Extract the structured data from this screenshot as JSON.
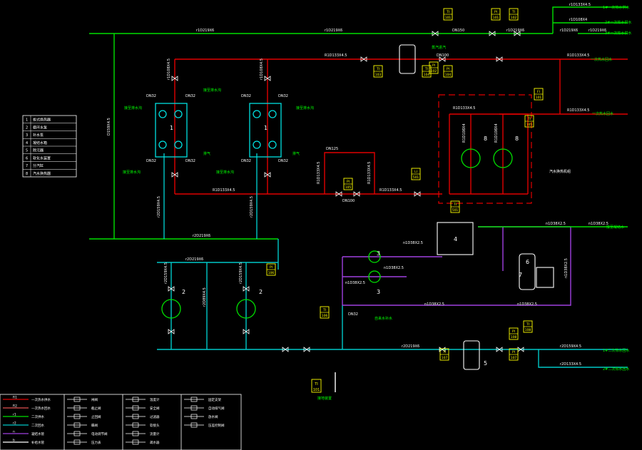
{
  "colors": {
    "background": "#000000",
    "supply_primary": "#00e000",
    "return_primary": "#e00000",
    "secondary_supply": "#00c8c8",
    "condensate": "#a040e0",
    "equipment": "#00e0e0",
    "label": "#00ff00",
    "instrument": "#ffff00",
    "pipe_text": "#ffffff",
    "boundary": "#e00000"
  },
  "pipe_labels": {
    "main_supply_1": "r1D219X6",
    "main_supply_2": "r1D219X6",
    "main_supply_3": "r1D219X6",
    "main_supply_4": "r1D219X6",
    "branch_top_1": "r1D133X4.5",
    "branch_top_2": "r1D108X4",
    "branch_top_3": "r1D219X6",
    "return_main_1": "R1D133X4.5",
    "return_main_2": "R1D133X4.5",
    "return_main_3": "R1D133X4.5",
    "return_right": "R1D133X4.5",
    "return_bottom_1": "R1D133X4.5",
    "return_bottom_2": "R1D133X4.5",
    "vertical_left": "D159X4.5",
    "hx1_in": "r1D108X4.5",
    "hx2_in": "r1D108X4.5",
    "hx1_out": "r2D159X4.5",
    "hx2_out": "r2D159X4.5",
    "secondary_main": "r2D219X6",
    "pump_header": "r2D219X6",
    "pump1_in": "r2D159X4.5",
    "pump2_in": "r2D159X4.5",
    "pump_bypass": "r2D89X4.5",
    "bottom_main": "r2D219X6",
    "bottom_right_1": "r2D159X4.5",
    "bottom_right_2": "r2D133X4.5",
    "box_pipe_1": "R1D108X4",
    "box_pipe_2": "R1D108X4",
    "loop_pipe_1": "R1D133X4.5",
    "loop_pipe_2": "R1D133X4.5",
    "tank_out": "n1D38X2.5",
    "cond_1": "n1D38X2.5",
    "cond_2": "n1D38X2.5",
    "cond_3": "n1D38X2.5",
    "cond_4": "n1D38X2.5",
    "cond_5": "n1D38X2.5",
    "pump_small_1": "n1D38X2.5",
    "pump_small_2": "n1D38X2.5"
  },
  "dn_labels": {
    "dn150": "DN150",
    "dn100_top": "DN100",
    "dn100_mid": "DN100",
    "dn125": "DN125",
    "dn32_a": "DN32",
    "dn32_b": "DN32",
    "dn32_c": "DN32",
    "dn32_d": "DN32",
    "dn32_e": "DN32",
    "dn32_f": "DN32",
    "dn32_g": "DN32",
    "dn32_h": "DN32",
    "dn32_i": "DN32"
  },
  "instruments": [
    {
      "top": "TI",
      "bottom": "101"
    },
    {
      "top": "PI",
      "bottom": "101"
    },
    {
      "top": "TI",
      "bottom": "102"
    },
    {
      "top": "PI",
      "bottom": "102"
    },
    {
      "top": "TI",
      "bottom": "103"
    },
    {
      "top": "TI",
      "bottom": "104"
    },
    {
      "top": "PI",
      "bottom": "104"
    },
    {
      "top": "FI",
      "bottom": "101"
    },
    {
      "top": "TI",
      "bottom": "105"
    },
    {
      "top": "PI",
      "bottom": "105"
    },
    {
      "top": "LI",
      "bottom": "501"
    },
    {
      "top": "TI",
      "bottom": "501"
    },
    {
      "top": "PI",
      "bottom": "106"
    },
    {
      "top": "TI",
      "bottom": "106"
    },
    {
      "top": "TI",
      "bottom": "107"
    },
    {
      "top": "PI",
      "bottom": "107"
    },
    {
      "top": "TI",
      "bottom": "108"
    },
    {
      "top": "PI",
      "bottom": "108"
    }
  ],
  "equipment_numbers": [
    "1",
    "1",
    "2",
    "2",
    "3",
    "3",
    "4",
    "5",
    "6",
    "7",
    "8",
    "8"
  ],
  "legend_items": [
    {
      "no": "1",
      "name": "板式换热器"
    },
    {
      "no": "2",
      "name": "循环水泵"
    },
    {
      "no": "3",
      "name": "补水泵"
    },
    {
      "no": "4",
      "name": "凝结水箱"
    },
    {
      "no": "5",
      "name": "除污器"
    },
    {
      "no": "6",
      "name": "软化水装置"
    },
    {
      "no": "7",
      "name": "分汽缸"
    },
    {
      "no": "8",
      "name": "汽水换热器"
    }
  ],
  "symbol_legend": {
    "col1": [
      {
        "code": "R1",
        "name": "一次热水供水"
      },
      {
        "code": "R2",
        "name": "一次热水回水"
      },
      {
        "code": "r1",
        "name": "二次供水"
      },
      {
        "code": "r2",
        "name": "二次回水"
      },
      {
        "code": "n",
        "name": "凝结水管"
      },
      {
        "code": "b",
        "name": "补给水管"
      }
    ],
    "col2": [
      "闸阀",
      "截止阀",
      "止回阀",
      "蝶阀",
      "电动调节阀",
      "压力表"
    ],
    "col3": [
      "温度计",
      "安全阀",
      "过滤器",
      "软接头",
      "流量计",
      "疏水器"
    ],
    "col4": [
      "固定支架",
      "自动排气阀",
      "放水阀",
      "压差控制阀"
    ]
  },
  "annotations": {
    "top_right_1": "1#一次热水供水",
    "top_right_2": "2#一次热水供水",
    "top_right_3": "3#一次热水供水",
    "return_label": "一次热水回水",
    "right_return": "一次热水回水",
    "steam_label": "蒸汽进汽",
    "boundary_label": "汽水换热机组",
    "makeup": "自来水补水",
    "drain_1": "接至排水沟",
    "drain_2": "接至排水沟",
    "drain_3": "接至排水沟",
    "drain_4": "接至排水沟",
    "drain_5": "接至排水沟",
    "vent_1": "排气",
    "vent_2": "排气",
    "bottom_right_1": "1#二次热水回水",
    "bottom_right_2": "2#二次热水回水",
    "cond_right": "接至凝结水",
    "bottom_note": "接地装置",
    "instr_box_a": "TI",
    "instr_box_b": "101"
  }
}
